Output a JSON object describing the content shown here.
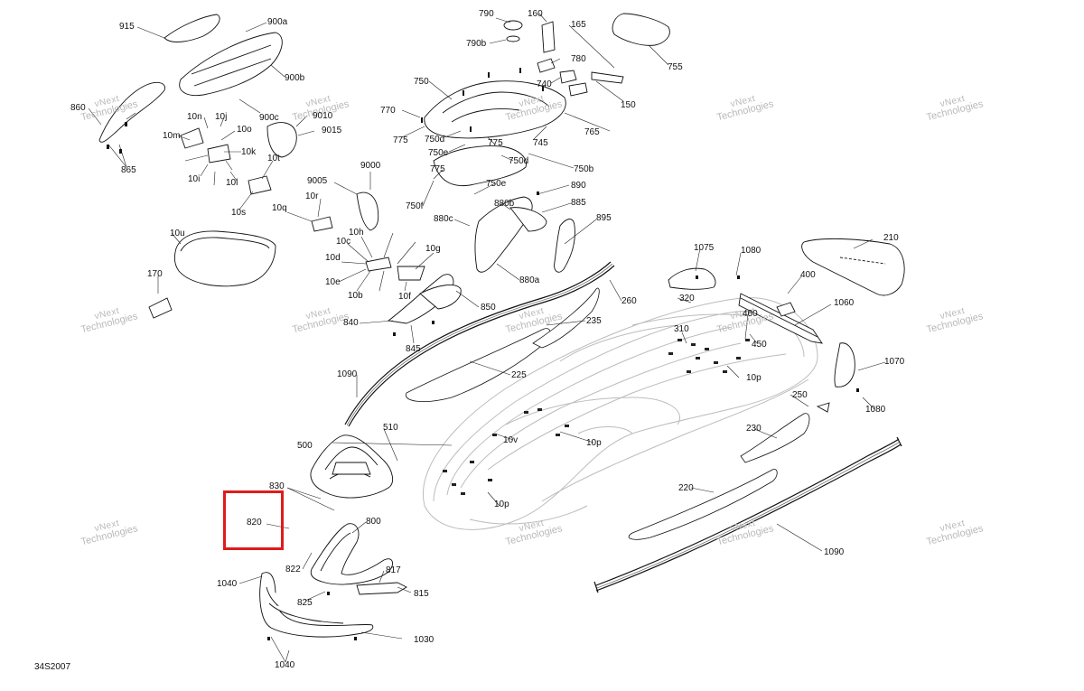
{
  "diagram": {
    "code": "34S2007",
    "highlight": {
      "color": "#e01b1b",
      "label": "820"
    },
    "watermark": {
      "line1": "vNext",
      "line2": "Technologies"
    },
    "labels": [
      "915",
      "900a",
      "900b",
      "900c",
      "860",
      "865",
      "10n",
      "10j",
      "10m",
      "10o",
      "10k",
      "10p",
      "10v",
      "10r",
      "10s",
      "10t",
      "10u",
      "10b",
      "10c",
      "10d",
      "10e",
      "10f",
      "10g",
      "10h",
      "10i",
      "10l",
      "10q",
      "170",
      "9010",
      "9015",
      "9005",
      "9000",
      "790",
      "790b",
      "160",
      "165",
      "755",
      "780",
      "740",
      "150",
      "750",
      "770",
      "775",
      "750d",
      "750e",
      "745",
      "765",
      "750d",
      "775",
      "750b",
      "750e",
      "750f",
      "890",
      "880b",
      "880c",
      "885",
      "895",
      "880a",
      "850",
      "840",
      "845",
      "235",
      "225",
      "260",
      "1090",
      "1075",
      "1080",
      "210",
      "400",
      "320",
      "310",
      "460",
      "450",
      "1060",
      "1070",
      "250",
      "230",
      "220",
      "510",
      "500",
      "830",
      "820",
      "800",
      "822",
      "817",
      "815",
      "825",
      "1040",
      "1030"
    ]
  }
}
